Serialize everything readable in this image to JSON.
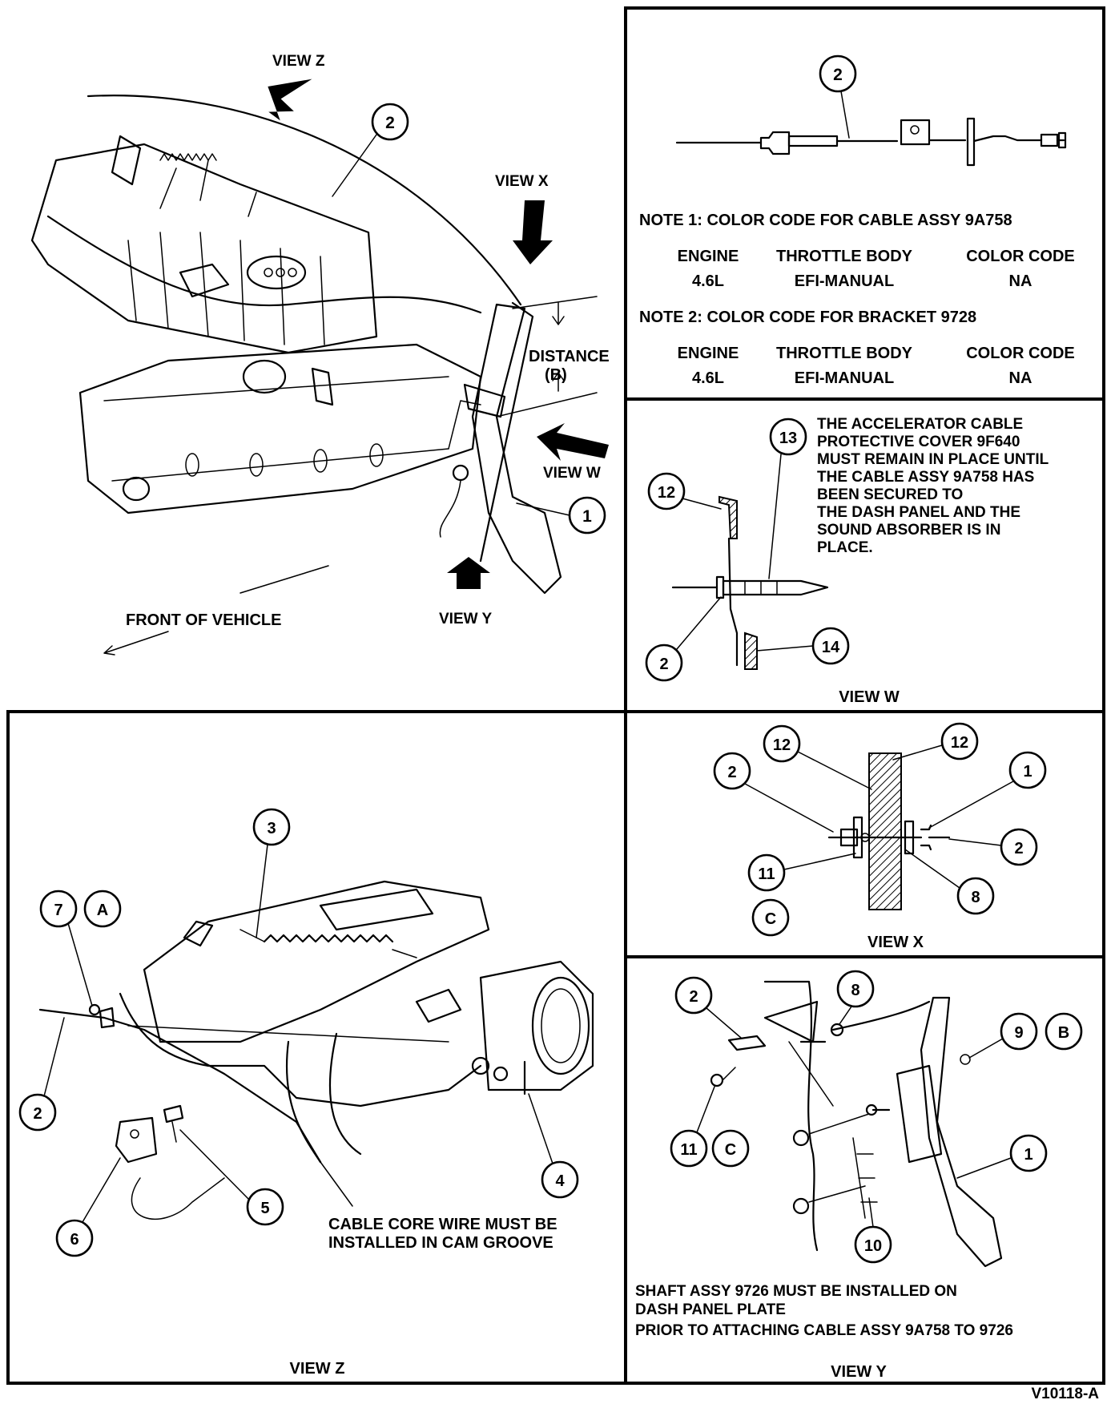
{
  "figure_id": "V10118-A",
  "main_view": {
    "view_z": "VIEW Z",
    "view_x": "VIEW X",
    "view_w": "VIEW W",
    "view_y": "VIEW Y",
    "distance": "DISTANCE",
    "distance_b": "(B)",
    "front": "FRONT OF VEHICLE",
    "callouts": [
      "2",
      "1"
    ]
  },
  "notes_panel": {
    "callout": "2",
    "note1": "NOTE 1: COLOR CODE FOR CABLE ASSY 9A758",
    "note2": "NOTE 2: COLOR CODE FOR BRACKET 9728",
    "headers": [
      "ENGINE",
      "THROTTLE BODY",
      "COLOR CODE"
    ],
    "row1": [
      "4.6L",
      "EFI-MANUAL",
      "NA"
    ],
    "row2": [
      "4.6L",
      "EFI-MANUAL",
      "NA"
    ]
  },
  "view_w_panel": {
    "note_lines": [
      "THE ACCELERATOR CABLE",
      "PROTECTIVE COVER 9F640",
      "MUST REMAIN IN PLACE UNTIL",
      "THE CABLE ASSY 9A758 HAS",
      "BEEN SECURED TO",
      "THE DASH PANEL AND THE",
      "SOUND ABSORBER IS IN",
      "PLACE."
    ],
    "callouts": [
      "13",
      "12",
      "2",
      "14"
    ],
    "label": "VIEW W"
  },
  "view_x_panel": {
    "callouts": [
      "12",
      "12",
      "2",
      "1",
      "2",
      "11",
      "8",
      "C"
    ],
    "label": "VIEW X"
  },
  "view_y_panel": {
    "callouts": [
      "2",
      "8",
      "9",
      "B",
      "11",
      "C",
      "1",
      "10"
    ],
    "note_lines": [
      "SHAFT ASSY 9726 MUST BE INSTALLED ON",
      "DASH PANEL PLATE",
      "PRIOR TO ATTACHING CABLE ASSY 9A758 TO 9726"
    ],
    "label": "VIEW Y"
  },
  "view_z_panel": {
    "callouts": [
      "3",
      "7",
      "A",
      "2",
      "6",
      "5",
      "4"
    ],
    "note_lines": [
      "CABLE CORE WIRE MUST BE",
      "INSTALLED IN CAM GROOVE"
    ],
    "label": "VIEW Z"
  }
}
